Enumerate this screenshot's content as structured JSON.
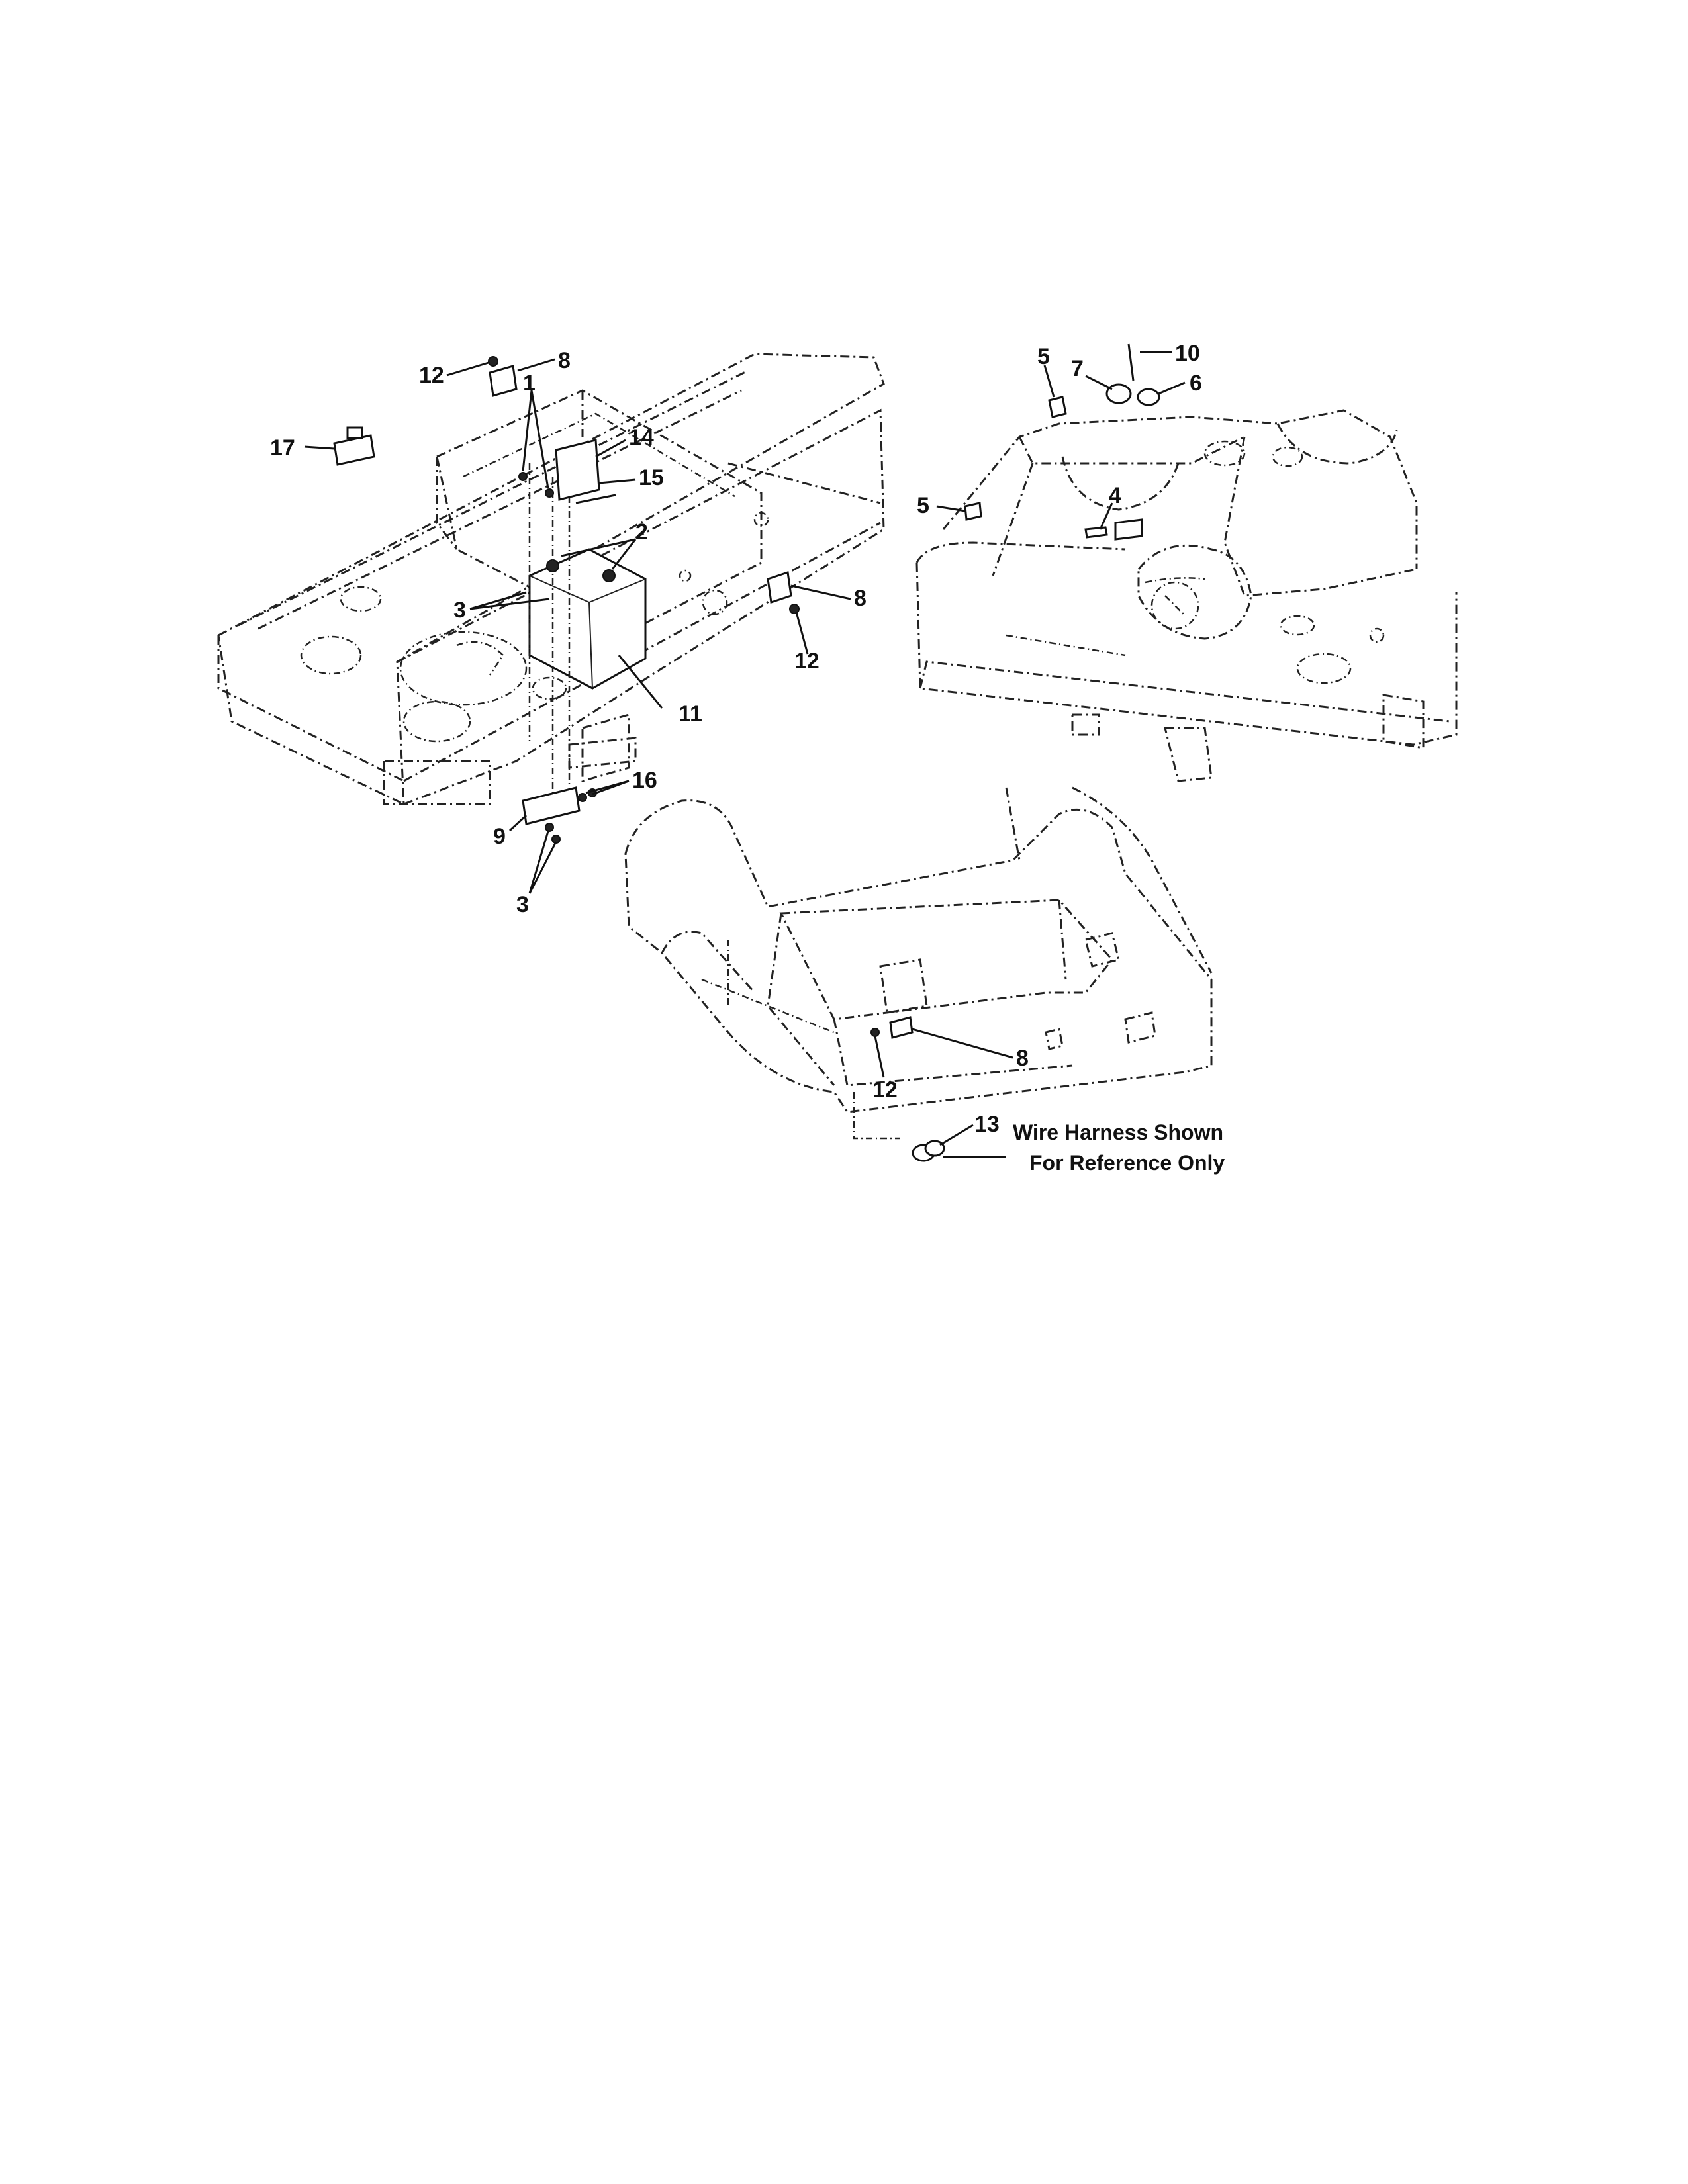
{
  "callouts": {
    "c1": "1",
    "c2": "2",
    "c3a": "3",
    "c3b": "3",
    "c4": "4",
    "c5a": "5",
    "c5b": "5",
    "c6": "6",
    "c7": "7",
    "c8a": "8",
    "c8b": "8",
    "c8c": "8",
    "c9": "9",
    "c10": "10",
    "c11": "11",
    "c12a": "12",
    "c12b": "12",
    "c12c": "12",
    "c13": "13",
    "c14": "14",
    "c15": "15",
    "c16": "16",
    "c17": "17"
  },
  "note": {
    "line1": "Wire Harness Shown",
    "line2": "For Reference Only"
  }
}
